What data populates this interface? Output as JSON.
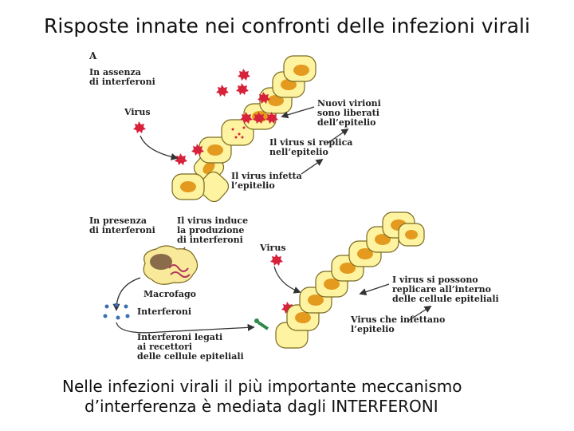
{
  "title": "Risposte innate nei confronti delle infezioni virali",
  "caption": {
    "line1": "Nelle infezioni virali il più importante meccanismo",
    "line2": "d’interferenza è mediata dagli INTERFERONI"
  },
  "panel_a": {
    "letter": "A",
    "heading": [
      "In assenza",
      "di interferoni"
    ],
    "virus": "Virus",
    "new_virions": [
      "Nuovi virioni",
      "sono liberati",
      "dell’epitelio"
    ],
    "replicates": [
      "Il virus si replica",
      "nell’epitelio"
    ],
    "infects": [
      "Il virus infetta",
      "l’epitelio"
    ]
  },
  "panel_b": {
    "heading": [
      "In presenza",
      "di interferoni"
    ],
    "induces": [
      "Il virus induce",
      "la produzione",
      "di interferoni"
    ],
    "virus": "Virus",
    "macrophage": "Macrofago",
    "interferons": "Interferoni",
    "bound": [
      "Interferoni legati",
      "ai recettori",
      "delle cellule epiteliali"
    ],
    "can_replicate": [
      "I virus si possono",
      "replicare all’interno",
      "delle cellule epiteliali"
    ],
    "infect_epith": [
      "Virus che infettano",
      "l’epitelio"
    ]
  },
  "colors": {
    "cell_fill": "#fdf3a0",
    "cell_stroke": "#7a6a20",
    "nucleus": "#e39a1e",
    "virus": "#d6223a",
    "arrow": "#333333",
    "macrophage_fill": "#f8ea9a",
    "macrophage_nucleus": "#8a6b4a",
    "receptor": "#2e8a4a",
    "interferon": "#3a6fb5"
  }
}
